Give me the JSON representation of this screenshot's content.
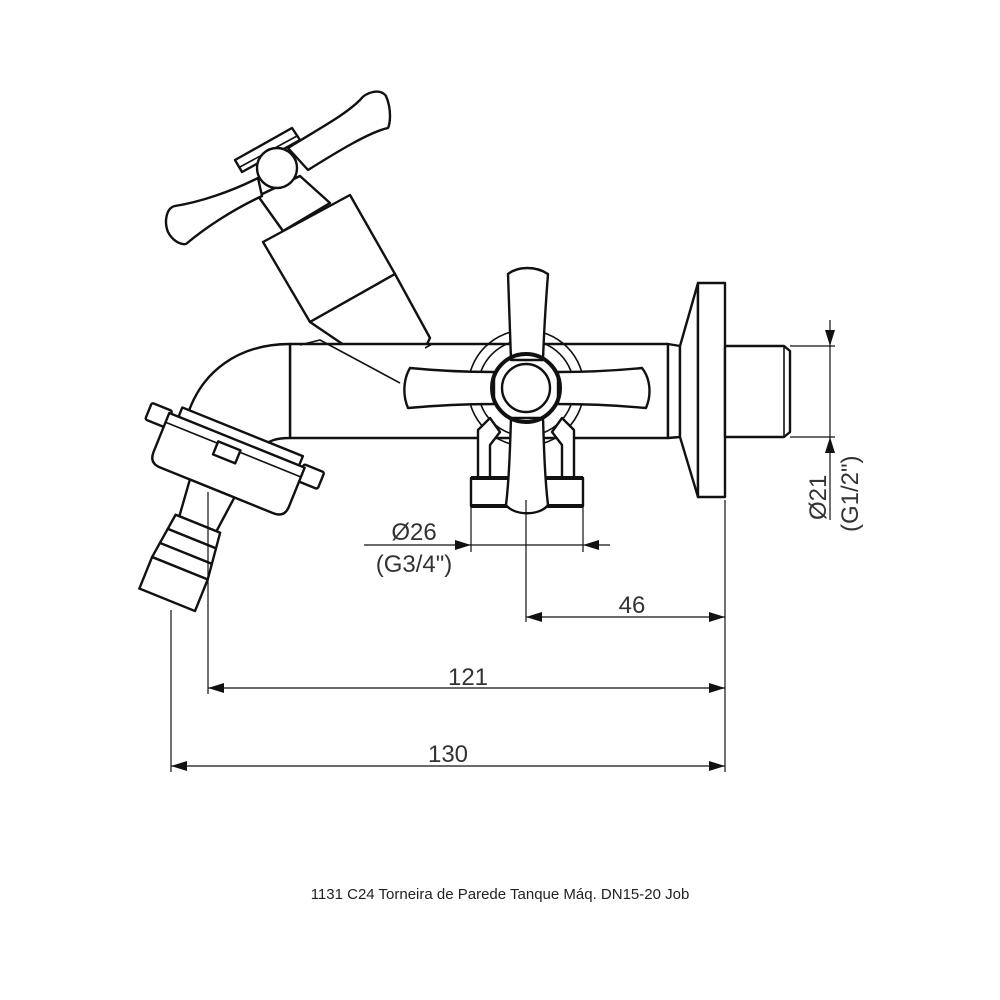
{
  "caption": "1131 C24 Torneira de Parede Tanque Máq. DN15-20 Job",
  "dimensions": {
    "overall_length": {
      "label": "130"
    },
    "spout_to_wall": {
      "label": "121"
    },
    "valve_to_wall": {
      "label": "46"
    },
    "outlet_diameter": {
      "label": "Ø26",
      "thread": "(G3/4\")"
    },
    "inlet_diameter": {
      "label": "Ø21",
      "thread": "(G1/2\")"
    }
  },
  "parts": [
    "upper-cross-handle",
    "spout-valve-body",
    "hose-connector",
    "front-cross-handle",
    "wall-flange",
    "threaded-inlet"
  ]
}
